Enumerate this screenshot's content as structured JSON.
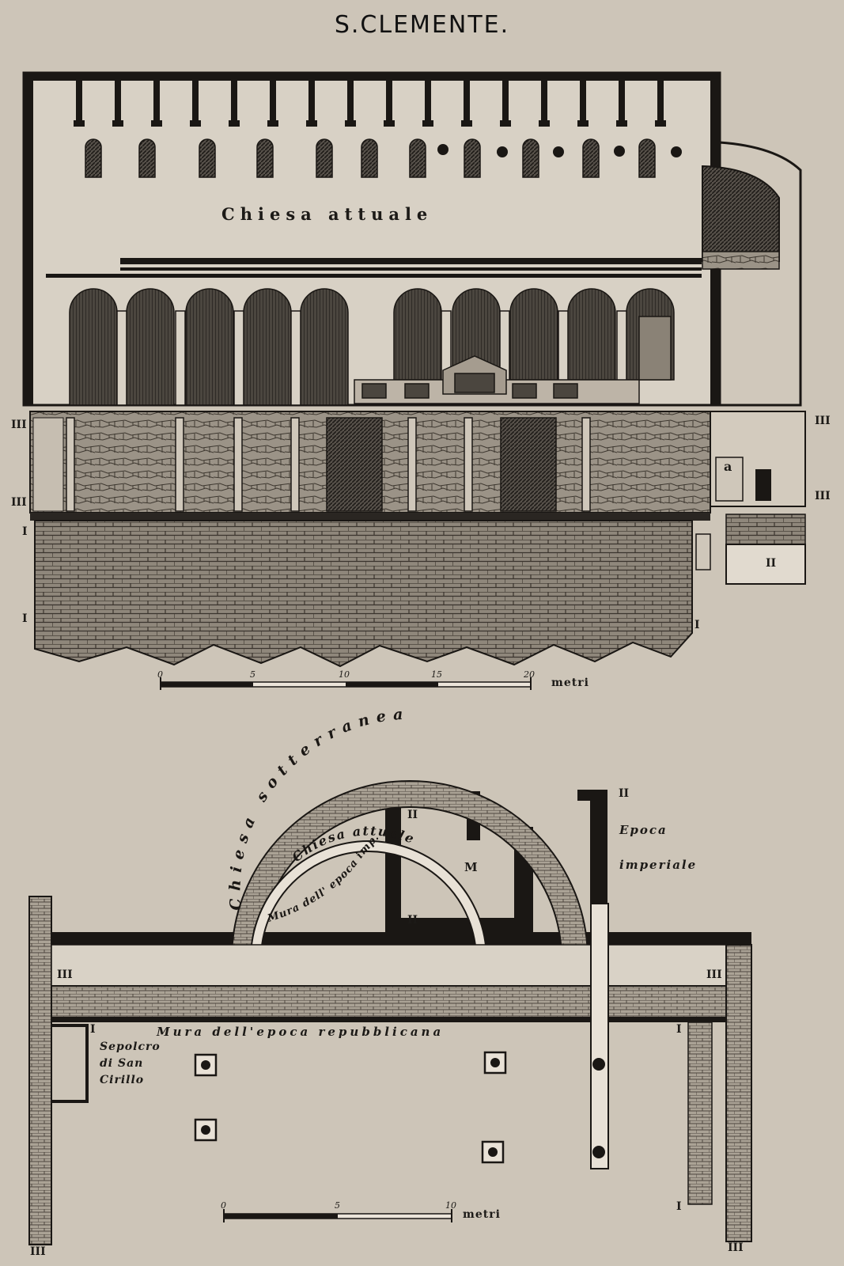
{
  "title": "S.CLEMENTE.",
  "section": {
    "label_church": "Chiesa attuale",
    "level_marks": [
      "III",
      "III",
      "I",
      "I",
      "III",
      "III",
      "II",
      "I"
    ],
    "room_letter": "a",
    "scale": {
      "ticks": [
        "0",
        "5",
        "10",
        "15",
        "20"
      ],
      "unit": "metri"
    }
  },
  "plan": {
    "arc_outer_label": "Chiesa sotterranea",
    "arc_inner_label": "Chiesa attuale",
    "wall_imperial_label": "Mura dell' epoca imp.",
    "epoca_label": [
      "Epoca",
      "imperiale"
    ],
    "republican_label": "Mura dell'epoca repubblicana",
    "tomb_label": [
      "Sepolcro",
      "di San",
      "Cirillo"
    ],
    "letter_m": "M",
    "level_marks": [
      "II",
      "II",
      "II",
      "III",
      "III",
      "I",
      "I",
      "I",
      "III",
      "III"
    ],
    "scale": {
      "ticks": [
        "0",
        "5",
        "10"
      ],
      "unit": "metri"
    }
  }
}
